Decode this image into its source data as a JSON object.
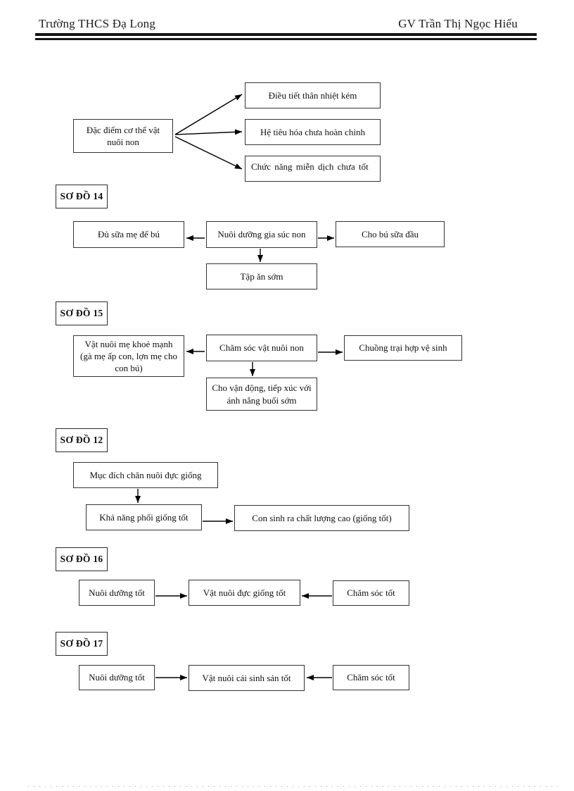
{
  "header": {
    "school": "Trường THCS Đạ Long",
    "teacher": "GV Trần Thị Ngọc Hiếu"
  },
  "colors": {
    "box_border": "#333333",
    "text": "#101010",
    "arrow": "#000000"
  },
  "diagrams": {
    "body_traits": {
      "source": "Đặc điểm cơ thể vật nuôi non",
      "targets": [
        "Điều tiết thân nhiệt kém",
        "Hệ tiêu hóa chưa hoàn chỉnh",
        "Chức năng miễn dịch chưa tốt"
      ]
    },
    "d14": {
      "label": "SƠ ĐỒ 14",
      "center": "Nuôi dưỡng gia súc non",
      "left": "Đủ sữa mẹ để bú",
      "right": "Cho bú sữa đầu",
      "bottom": "Tập ăn sớm"
    },
    "d15": {
      "label": "SƠ ĐỒ 15",
      "center": "Chăm sóc vật nuôi non",
      "left": "Vật nuôi mẹ khoẻ mạnh (gà mẹ ấp con, lợn mẹ cho con bú)",
      "right": "Chuồng trại hợp vệ sinh",
      "bottom": "Cho vận động, tiếp xúc với ánh nắng buổi sớm"
    },
    "d12": {
      "label": "SƠ ĐỒ 12",
      "top": "Mục đích chăn nuôi đực giống",
      "left": "Khả năng phối giống tốt",
      "right": "Con sinh ra chất lượng cao (giống tốt)"
    },
    "d16": {
      "label": "SƠ ĐỒ 16",
      "left": "Nuôi dưỡng tốt",
      "center": "Vật nuôi đực giống tốt",
      "right": "Chăm sóc tốt"
    },
    "d17": {
      "label": "SƠ ĐỒ 17",
      "left": "Nuôi dưỡng tốt",
      "center": "Vật nuôi cái sinh sản tốt",
      "right": "Chăm sóc tốt"
    }
  }
}
